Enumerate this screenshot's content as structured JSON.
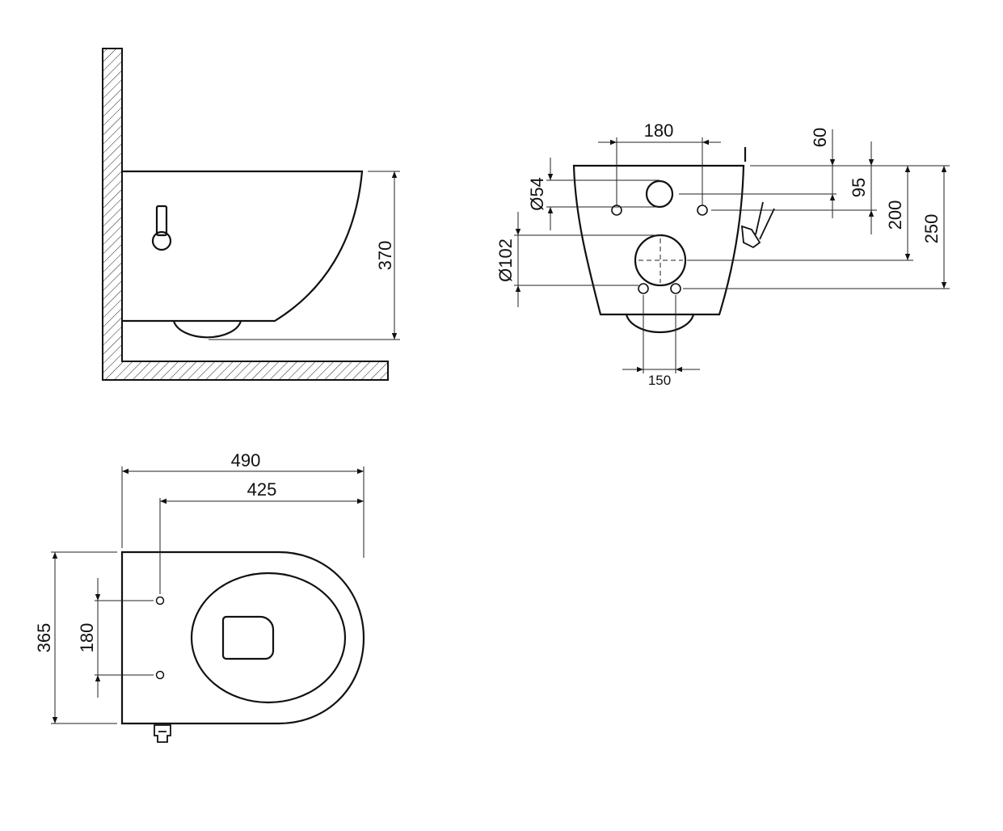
{
  "side_view": {
    "height_dim": "370"
  },
  "front_view": {
    "top_holes_spacing": "180",
    "dim_60": "60",
    "dim_95": "95",
    "dim_200": "200",
    "dim_250": "250",
    "small_pipe_dia": "Ø54",
    "large_pipe_dia": "Ø102",
    "bottom_holes_spacing": "150"
  },
  "top_view": {
    "total_length": "490",
    "hole_to_front": "425",
    "width": "365",
    "holes_spacing": "180"
  }
}
